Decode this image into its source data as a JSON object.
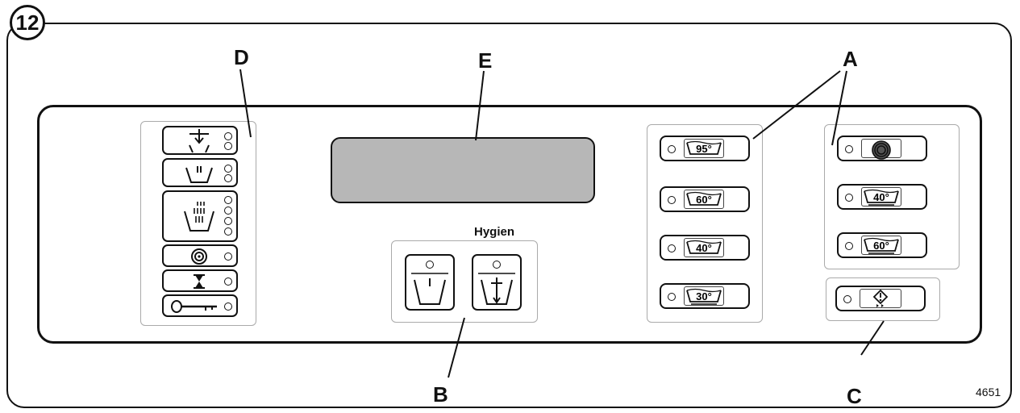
{
  "figure_number": "12",
  "figure_code": "4651",
  "callouts": {
    "a": "A",
    "b": "B",
    "c": "C",
    "d": "D",
    "e": "E"
  },
  "hygien_label": "Hygien",
  "wash_programs": [
    {
      "temp": "95°",
      "icon": "washtub-icon"
    },
    {
      "temp": "60°",
      "icon": "washtub-icon"
    },
    {
      "temp": "40°",
      "icon": "washtub-icon"
    },
    {
      "temp": "30°",
      "icon": "washtub-delicate-icon"
    }
  ],
  "special_programs": [
    {
      "temp": "",
      "icon": "wool-icon"
    },
    {
      "temp": "40°",
      "icon": "washtub-delicate-icon"
    },
    {
      "temp": "60°",
      "icon": "washtub-delicate-icon"
    }
  ],
  "temp_labels": [
    "95°",
    "60°",
    "40°",
    "30°",
    "40°",
    "60°"
  ]
}
